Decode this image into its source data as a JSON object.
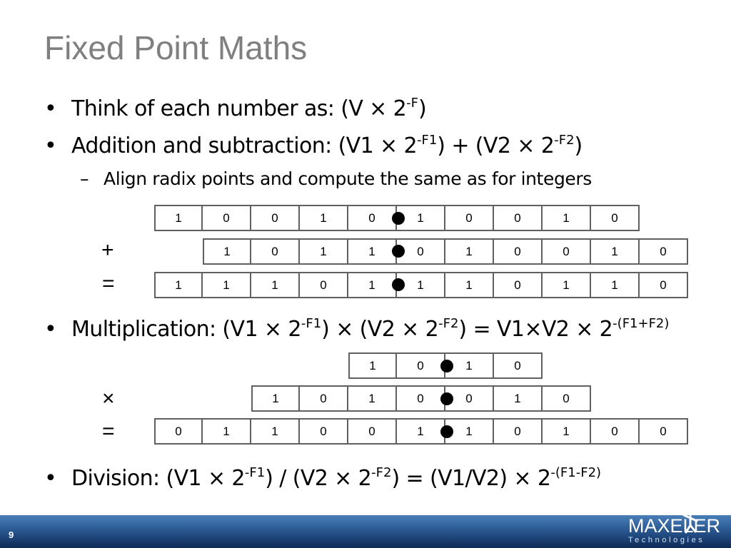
{
  "title": "Fixed Point Maths",
  "bullets": {
    "b1": {
      "text": "Think of each number as: (V × 2",
      "sup1": "-F",
      "end": ")"
    },
    "b2": {
      "a": "Addition and subtraction: (V1 × 2",
      "sup1": "-F1",
      "b": ") + (V2 × 2",
      "sup2": "-F2",
      "c": ")"
    },
    "sub1": "Align radix points and compute the same as for integers",
    "b3": {
      "a": "Multiplication: (V1 × 2",
      "sup1": "-F1",
      "b": ") × (V2 × 2",
      "sup2": "-F2",
      "c": ") = V1×V2 × 2",
      "sup3": "-(F1+F2)"
    },
    "b4": {
      "a": "Division: (V1 × 2",
      "sup1": "-F1",
      "b": ") / (V2 × 2",
      "sup2": "-F2",
      "c": ") = (V1/V2) × 2",
      "sup3": "-(F1-F2)"
    }
  },
  "symbols": {
    "bullet": "•",
    "dash": "–",
    "plus": "+",
    "equals": "=",
    "times": "×"
  },
  "addition": {
    "operand1": [
      "1",
      "0",
      "0",
      "1",
      "0",
      "1",
      "0",
      "0",
      "1",
      "0"
    ],
    "operand2": [
      "1",
      "0",
      "1",
      "1",
      "0",
      "1",
      "0",
      "0",
      "1",
      "0"
    ],
    "result": [
      "1",
      "1",
      "1",
      "0",
      "1",
      "1",
      "1",
      "0",
      "1",
      "1",
      "0"
    ]
  },
  "multiplication": {
    "operand1": [
      "1",
      "0",
      "1",
      "0"
    ],
    "operand2": [
      "1",
      "0",
      "1",
      "0",
      "0",
      "1",
      "0"
    ],
    "result": [
      "0",
      "1",
      "1",
      "0",
      "0",
      "1",
      "1",
      "0",
      "1",
      "0",
      "0"
    ]
  },
  "footer": {
    "page_number": "9",
    "logo_text": "MAXELER",
    "logo_subtext": "Technologies"
  },
  "colors": {
    "title": "#7f7f7f",
    "footer_top": "#4a7fb8",
    "footer_bottom": "#0f2c57"
  }
}
